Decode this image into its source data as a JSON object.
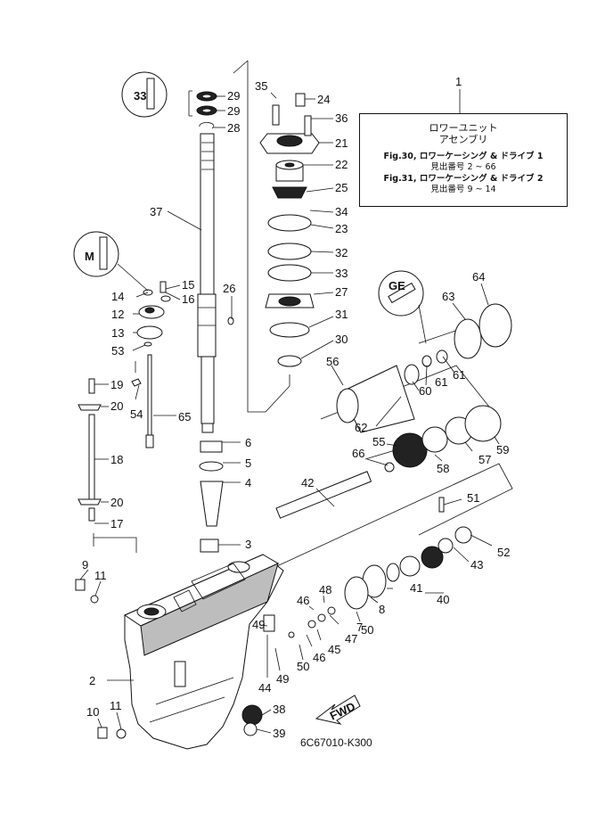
{
  "title_box": {
    "part_no": "1",
    "title_line1": "ロワーユニット",
    "title_line2": "アセンブリ",
    "fig30": "Fig.30, ロワーケーシング & ドライブ 1",
    "fig30_ref": "見出番号 2 ~ 66",
    "fig31": "Fig.31, ロワーケーシング & ドライブ 2",
    "fig31_ref": "見出番号 9 ~ 14"
  },
  "diagram_code": "6C67010-K300",
  "fwd_label": "FWD",
  "lubricant_badges": [
    "33",
    "M",
    "GE"
  ],
  "callouts": {
    "c2": "2",
    "c3": "3",
    "c4": "4",
    "c5": "5",
    "c6": "6",
    "c7": "7",
    "c8": "8",
    "c9": "9",
    "c10": "10",
    "c11a": "11",
    "c11b": "11",
    "c12": "12",
    "c13": "13",
    "c14": "14",
    "c15": "15",
    "c16": "16",
    "c17": "17",
    "c18": "18",
    "c19": "19",
    "c20a": "20",
    "c20b": "20",
    "c21": "21",
    "c22": "22",
    "c23": "23",
    "c24": "24",
    "c25": "25",
    "c26": "26",
    "c27": "27",
    "c28": "28",
    "c29a": "29",
    "c29b": "29",
    "c30": "30",
    "c31": "31",
    "c32": "32",
    "c33": "33",
    "c34": "34",
    "c35": "35",
    "c36": "36",
    "c37": "37",
    "c38": "38",
    "c39": "39",
    "c40": "40",
    "c41": "41",
    "c42": "42",
    "c43": "43",
    "c44": "44",
    "c45": "45",
    "c46a": "46",
    "c46b": "46",
    "c47": "47",
    "c48": "48",
    "c49a": "49",
    "c49b": "49",
    "c50a": "50",
    "c50b": "50",
    "c51": "51",
    "c52": "52",
    "c53": "53",
    "c54": "54",
    "c55": "55",
    "c56": "56",
    "c57": "57",
    "c58": "58",
    "c59": "59",
    "c60": "60",
    "c61a": "61",
    "c61b": "61",
    "c62": "62",
    "c63": "63",
    "c64": "64",
    "c65": "65",
    "c66": "66"
  }
}
